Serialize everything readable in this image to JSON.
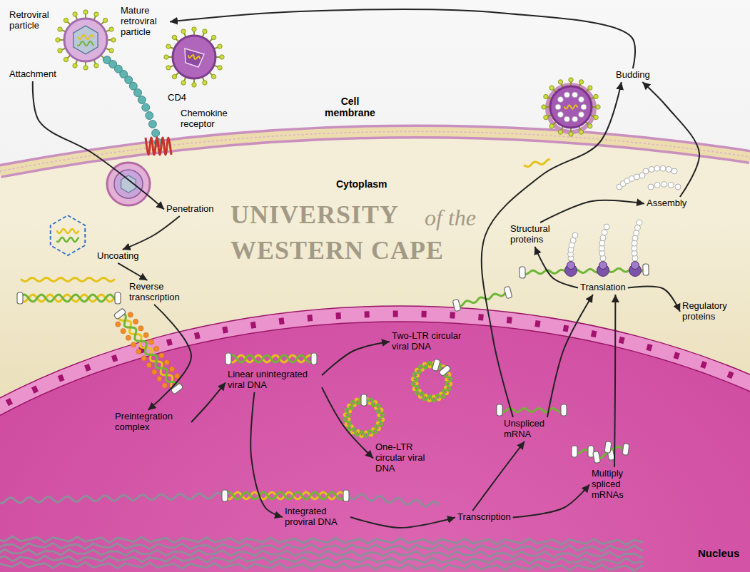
{
  "diagram": {
    "nodes": [
      {
        "text": [
          "Retroviral particle"
        ]
      },
      {
        "text": [
          "Attachment"
        ]
      },
      {
        "text": [
          "Penetration"
        ]
      },
      {
        "text": [
          "Uncoating"
        ]
      },
      {
        "text": [
          "Reverse transcription"
        ]
      },
      {
        "text": [
          "Preintegration complex"
        ]
      },
      {
        "text": [
          "Linear unintegrated viral DNA"
        ]
      },
      {
        "text": [
          "Two-LTR circular viral DNA"
        ]
      },
      {
        "text": [
          "One-LTR circular viral DNA"
        ]
      },
      {
        "text": [
          "Integrated proviral DNA"
        ]
      },
      {
        "text": [
          "Transcription"
        ]
      },
      {
        "text": [
          "Unspliced mRNA"
        ]
      },
      {
        "text": [
          "Multiply spliced mRNAs"
        ]
      },
      {
        "text": [
          "Translation"
        ]
      },
      {
        "text": [
          "Structural proteins"
        ]
      },
      {
        "text": [
          "Regulatory proteins"
        ]
      },
      {
        "text": [
          "Assembly"
        ]
      },
      {
        "text": [
          "Budding"
        ]
      },
      {
        "text": [
          "Mature retroviral particle"
        ]
      }
    ],
    "edges": [
      {
        "from": 1,
        "to": 2,
        "arrow": "to"
      },
      {
        "from": 2,
        "to": 3,
        "arrow": "to"
      },
      {
        "from": 3,
        "to": 4,
        "arrow": "to"
      },
      {
        "from": 4,
        "to": 5,
        "arrow": "to"
      },
      {
        "from": 5,
        "to": 6,
        "arrow": "to"
      },
      {
        "from": 6,
        "to": 7,
        "arrow": "to"
      },
      {
        "from": 6,
        "to": 8,
        "arrow": "to"
      },
      {
        "from": 6,
        "to": 9,
        "arrow": "to"
      },
      {
        "from": 9,
        "to": 10,
        "arrow": "to"
      },
      {
        "from": 10,
        "to": 11,
        "arrow": "to"
      },
      {
        "from": 10,
        "to": 12,
        "arrow": "to"
      },
      {
        "from": 11,
        "to": 13,
        "arrow": "to"
      },
      {
        "from": 12,
        "to": 13,
        "arrow": "to"
      },
      {
        "from": 13,
        "to": 14,
        "arrow": "to"
      },
      {
        "from": 13,
        "to": 15,
        "arrow": "to"
      },
      {
        "from": 14,
        "to": 16,
        "arrow": "to"
      },
      {
        "from": 16,
        "to": 17,
        "arrow": "to"
      },
      {
        "from": 11,
        "to": 17,
        "arrow": "to"
      },
      {
        "from": 17,
        "to": 18,
        "arrow": "to"
      }
    ],
    "labels": [
      "CD4",
      "Chemokine receptor",
      "Cell membrane",
      "Cytoplasm",
      "UNIVERSITY",
      "of the",
      "WESTERN CAPE",
      "Nucleus"
    ]
  }
}
